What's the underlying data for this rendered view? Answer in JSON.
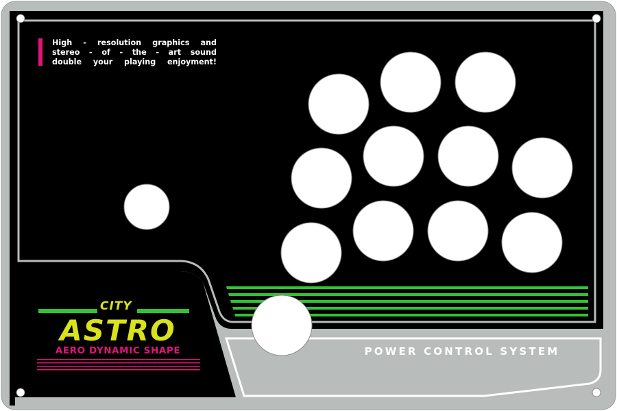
{
  "tagline": {
    "lines": [
      "High - resolution graphics and",
      "stereo - of - the - art sound",
      "double your playing enjoyment!"
    ]
  },
  "logo": {
    "city": "CITY",
    "astro": "ASTRO",
    "subtitle": "AERO DYNAMIC SHAPE"
  },
  "power_label": "POWER CONTROL SYSTEM",
  "colors": {
    "frame_gray": "#b8bcbb",
    "panel_black": "#000000",
    "accent_green": "#33c233",
    "logo_yellow": "#d9e21a",
    "accent_magenta": "#e0157a",
    "button_white": "#ffffff"
  }
}
